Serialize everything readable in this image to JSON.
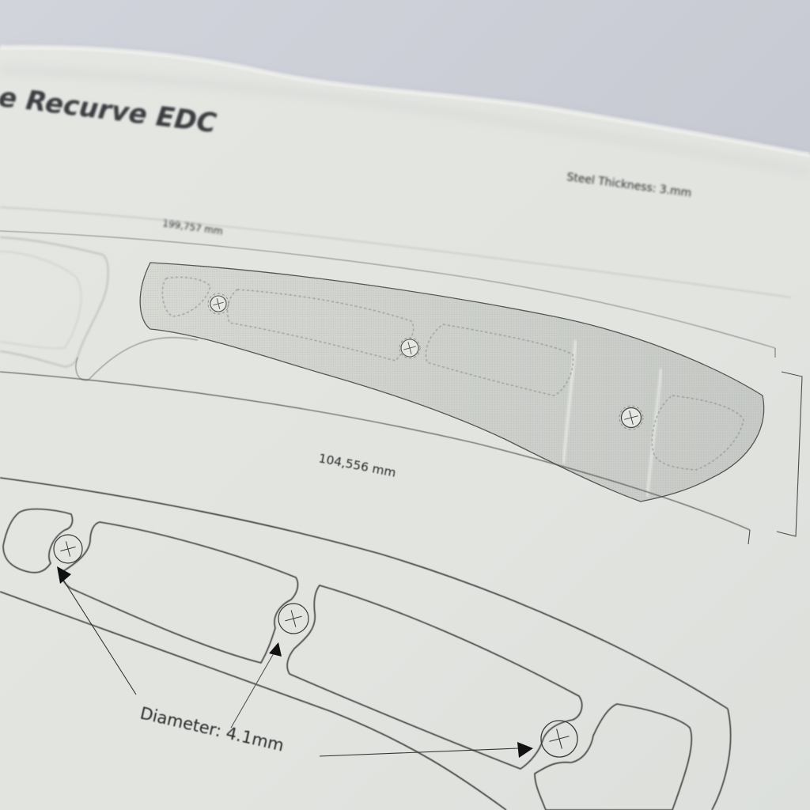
{
  "document": {
    "title": "e Recurve EDC",
    "steel_thickness_label": "Steel Thickness: 3.mm",
    "overall_length_label": "199,757 mm",
    "handle_length_label": "104,556 mm",
    "hole_diameter_label": "Diameter: 4.1mm"
  },
  "colors": {
    "background": "#c9ccd5",
    "paper": "#e3e5e1",
    "paper_edge_shadow": "#b8bbc2",
    "handle_fill": "#cfd1cd",
    "line_ink": "#3a3a3a",
    "faint_ink": "#9a9c9a"
  },
  "drawings": {
    "top_view": {
      "description": "knife profile with shaded handle scale",
      "screw_holes": 3,
      "pin_icon": "crossed-circle"
    },
    "bottom_view": {
      "description": "handle outline template with pocket cutouts",
      "screw_holes": 3,
      "pin_icon": "crossed-circle",
      "annotation_arrows": 3
    }
  }
}
